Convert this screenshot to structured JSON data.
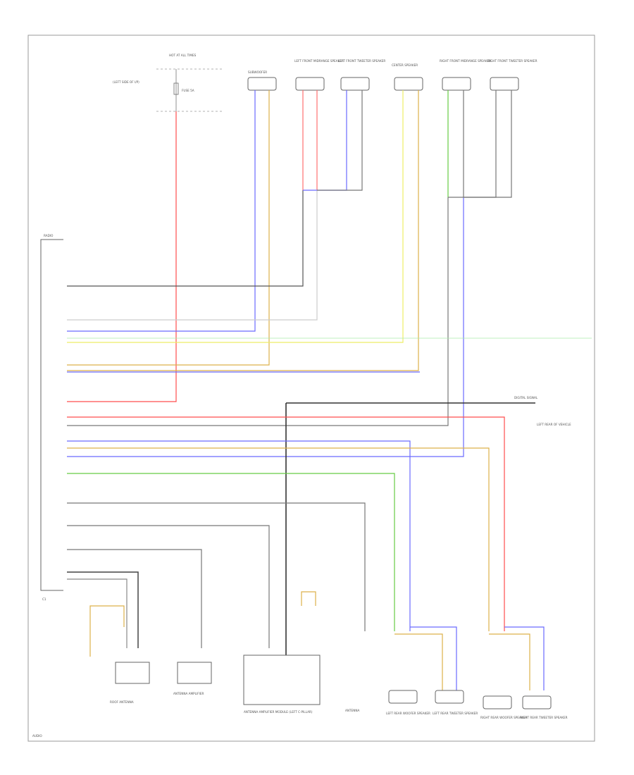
{
  "labels": {
    "fuse_block": "HOT AT ALL TIMES",
    "fuse_note": "FUSE 5A",
    "fuse_location": "(LEFT SIDE OF I/P)",
    "subwoofer": "SUBWOOFER",
    "lf_mid": "LEFT FRONT MIDRANGE SPEAKER",
    "lf_tweeter": "LEFT FRONT TWEETER SPEAKER",
    "center": "CENTER SPEAKER",
    "rf_mid": "RIGHT FRONT MIDRANGE SPEAKER",
    "rf_tweeter": "RIGHT FRONT TWEETER SPEAKER",
    "radio": "RADIO",
    "ground_note": "LEFT REAR OF VEHICLE",
    "connector": "C1",
    "roof_antenna": "ROOF ANTENNA",
    "antenna_amp": "ANTENNA AMPLIFIER",
    "antenna_module": "ANTENNA AMPLIFIER MODULE (LEFT C-PILLAR)",
    "antenna": "ANTENNA",
    "lr_woofer": "LEFT REAR WOOFER SPEAKER",
    "lr_tweeter": "LEFT REAR TWEETER SPEAKER",
    "rr_woofer": "RIGHT REAR WOOFER SPEAKER",
    "rr_tweeter": "RIGHT REAR TWEETER SPEAKER",
    "digital_signal": "DIGITAL SIGNAL",
    "footer": "AUDIO"
  },
  "colors": {
    "red": "#ff4d4d",
    "pink": "#ffaaaa",
    "blue": "#6a6aff",
    "green": "#66cc44",
    "yellow": "#eeee66",
    "orange": "#ddb04a",
    "gray": "#777777",
    "dark": "#333333"
  }
}
